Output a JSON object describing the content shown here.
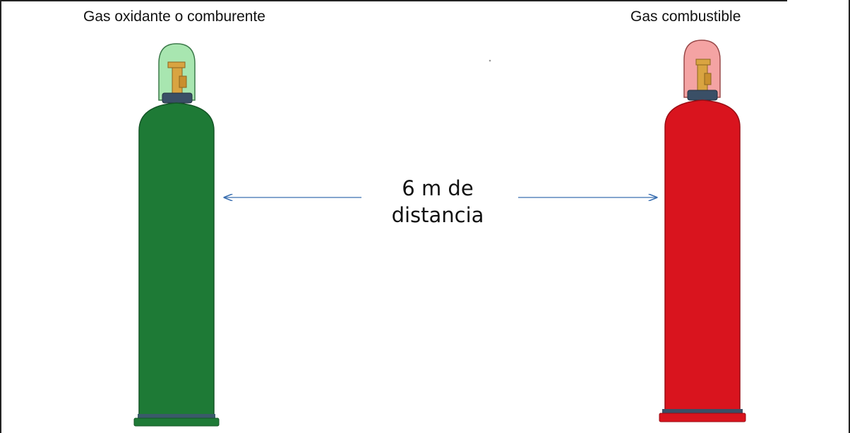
{
  "labels": {
    "oxidizer": "Gas oxidante o comburente",
    "fuel": "Gas combustible"
  },
  "distance": {
    "line1": "6 m de",
    "line2": "distancia"
  },
  "colors": {
    "oxidizer_body": "#1e7a36",
    "oxidizer_cap": "#a8e6b0",
    "fuel_body": "#d9141e",
    "fuel_cap": "#f4a3a3",
    "valve": "#d9a441",
    "arrow": "#3a6fb0"
  }
}
